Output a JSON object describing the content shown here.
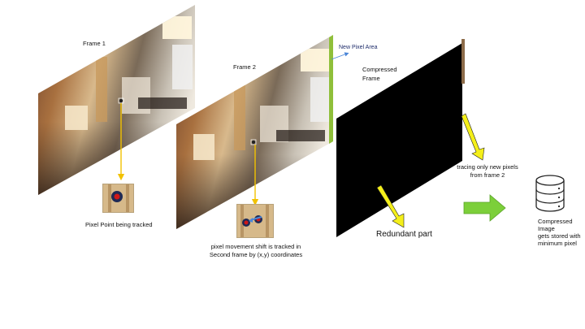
{
  "labels": {
    "frame1": "Frame 1",
    "frame2": "Frame 2",
    "new_pixel_area": "New Pixel Area",
    "compressed_frame_line1": "Compressed",
    "compressed_frame_line2": "Frame",
    "pixel_tracked": "Pixel Point being tracked",
    "movement_line1": "pixel movement shift is tracked in",
    "movement_line2": "Second frame by (x,y) coordinates",
    "tracing_line1": "tracing only new pixels",
    "tracing_line2": "from frame 2",
    "redundant": "Redundant part",
    "compressed_image_line1": "Compressed",
    "compressed_image_line2": "Image",
    "compressed_image_line3": "gets stored with",
    "compressed_image_line4": "minimum pixel"
  },
  "colors": {
    "tracking_arrow": "#f2c200",
    "yellow_arrow": "#f4ef1a",
    "green_arrow": "#7ccf3a",
    "blue_arrow": "#4b86d8",
    "compressed_frame": "#000000",
    "new_pixel_strip": "#8fbf3a"
  },
  "icons": {
    "storage": "database-icon"
  }
}
